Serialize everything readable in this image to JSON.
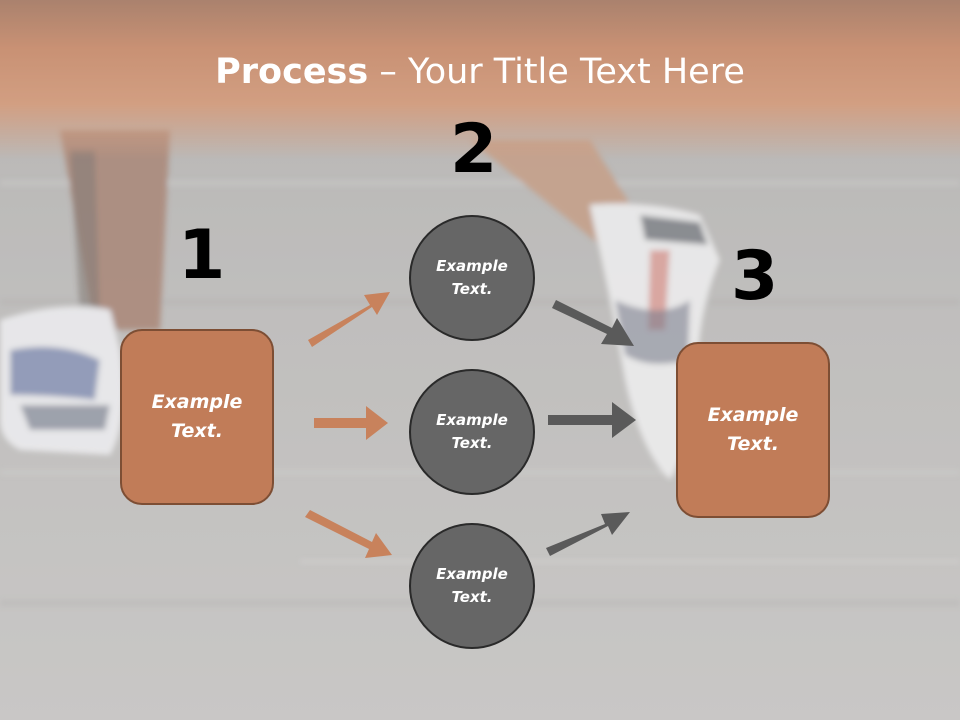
{
  "title": {
    "bold": "Process",
    "rest": " – Your Title Text Here"
  },
  "steps": [
    "1",
    "2",
    "3"
  ],
  "left_box": {
    "line1": "Example",
    "line2": "Text."
  },
  "right_box": {
    "line1": "Example",
    "line2": "Text."
  },
  "circles": [
    {
      "line1": "Example",
      "line2": "Text."
    },
    {
      "line1": "Example",
      "line2": "Text."
    },
    {
      "line1": "Example",
      "line2": "Text."
    }
  ],
  "colors": {
    "accent": "#c17c58",
    "circle": "#666666",
    "arrow_gray": "#5a5a5a",
    "band": "#b4673f"
  }
}
